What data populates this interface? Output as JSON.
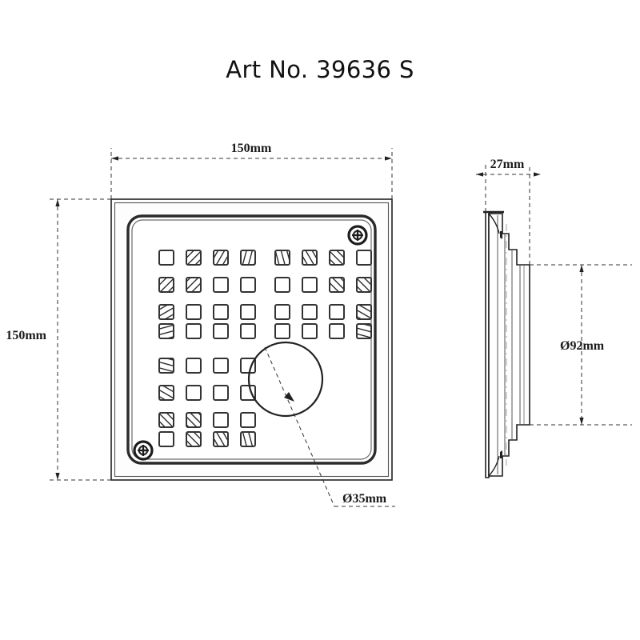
{
  "drawing": {
    "title": "Art No. 39636 S",
    "type": "technical-drawing",
    "subject": "square floor drain grate",
    "views": [
      {
        "name": "front-view",
        "label": "front / top face view"
      },
      {
        "name": "side-view",
        "label": "side section profile view"
      }
    ]
  },
  "dimensions": {
    "width_label": "150mm",
    "height_label": "150mm",
    "depth_label": "27mm",
    "body_diameter_label": "Ø92mm",
    "outlet_diameter_label": "Ø35mm"
  },
  "annotations": {
    "top_dimension": "150mm",
    "left_dimension": "150mm",
    "side_top_dimension": "27mm",
    "side_right_dimension": "Ø92mm",
    "circle_callout": "Ø35mm"
  },
  "grate": {
    "screw_count": 2,
    "grid_rows": 8,
    "grid_cols": 8,
    "hole_shape": "square",
    "circle_feature": "outlet-circle"
  },
  "colors": {
    "line": "#222222",
    "dim_line": "#333333",
    "text": "#111111",
    "background": "#ffffff"
  }
}
